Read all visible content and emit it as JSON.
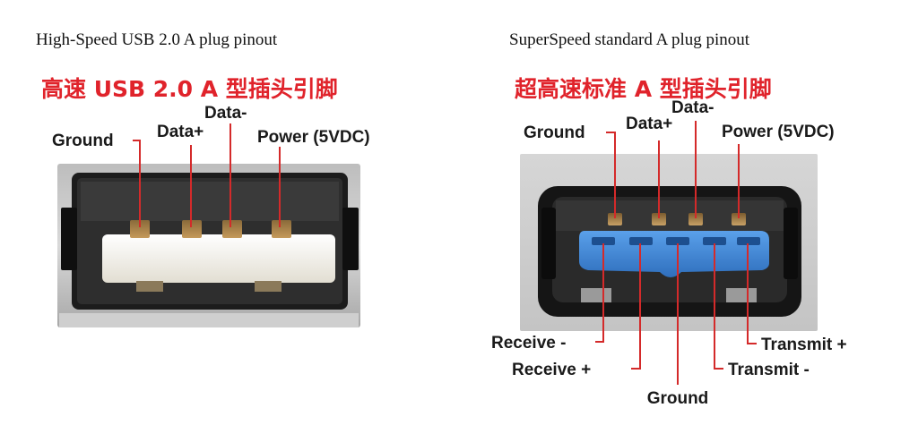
{
  "high_speed": {
    "caption": "High-Speed USB 2.0 A plug pinout",
    "title_cn": "高速 USB 2.0 A 型插头引脚",
    "pins": {
      "ground": "Ground",
      "data_plus": "Data+",
      "data_minus": "Data-",
      "power": "Power (5VDC)"
    }
  },
  "super_speed": {
    "caption": "SuperSpeed standard A plug pinout",
    "title_cn": "超高速标准 A 型插头引脚",
    "top_pins": {
      "ground": "Ground",
      "data_plus": "Data+",
      "data_minus": "Data-",
      "power": "Power (5VDC)"
    },
    "bottom_pins": {
      "receive_minus": "Receive -",
      "receive_plus": "Receive +",
      "ground": "Ground",
      "transmit_minus": "Transmit -",
      "transmit_plus": "Transmit +"
    }
  },
  "colors": {
    "label_red": "#e0232b",
    "leader_line": "#d42a2a",
    "usb2_insert": "#f3f1ea",
    "usb3_insert": "#3f86d6",
    "contact_gold": "#b68a4c"
  }
}
